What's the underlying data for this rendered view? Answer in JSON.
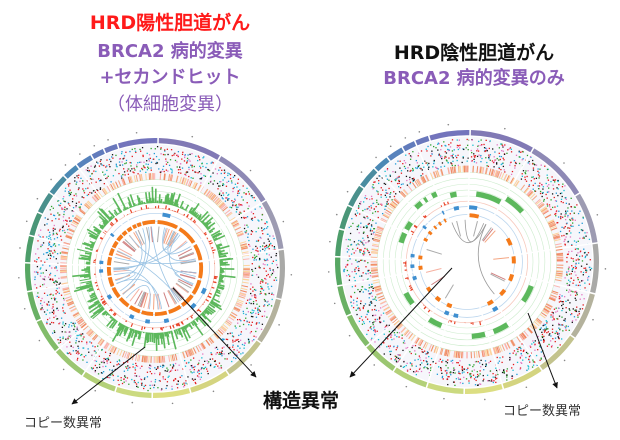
{
  "left_panel": {
    "title": "HRD陽性胆道がん",
    "title_color": "#ff1a1a",
    "subtitle_lines": [
      "BRCA2 病的変異",
      "+セカンドヒット",
      "（体細胞変異）"
    ],
    "subtitle_color": "#8a5cb8",
    "copy_number_label": "コピー数異常"
  },
  "right_panel": {
    "title": "HRD陰性胆道がん",
    "title_color": "#111111",
    "subtitle_lines": [
      "BRCA2 病的変異のみ"
    ],
    "subtitle_color": "#8a5cb8",
    "copy_number_label": "コピー数異常"
  },
  "center_label": "構造異常"
}
